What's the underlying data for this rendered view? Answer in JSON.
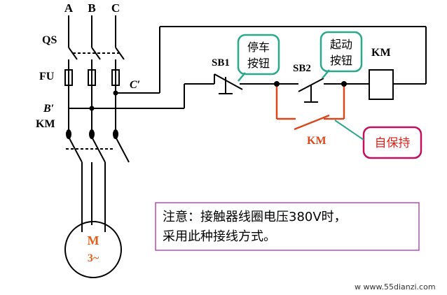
{
  "phase_labels": [
    "A",
    "B",
    "C"
  ],
  "labels": {
    "qs": "QS",
    "fu": "FU",
    "b_prime": "B′",
    "c_prime": "C′",
    "km_main": "KM",
    "sb1": "SB1",
    "sb2": "SB2",
    "km_coil": "KM",
    "km_aux": "KM"
  },
  "callouts": {
    "stop_line1": "停车",
    "stop_line2": "按钮",
    "start_line1": "起动",
    "start_line2": "按钮",
    "self_hold": "自保持"
  },
  "motor": {
    "line1": "M",
    "line2": "3~"
  },
  "note": {
    "line1": "注意：接触器线圈电压380V时，",
    "line2": "采用此种接线方式。"
  },
  "watermark": "w  www.55dianzi.com",
  "colors": {
    "line": "#000000",
    "aux_contact": "#d9481c",
    "callout_border": "#2aa88a",
    "self_hold_text": "#e0201a",
    "self_hold_border": "#c01060",
    "motor_text": "#e0601a",
    "note_border": "#b24fb2"
  }
}
